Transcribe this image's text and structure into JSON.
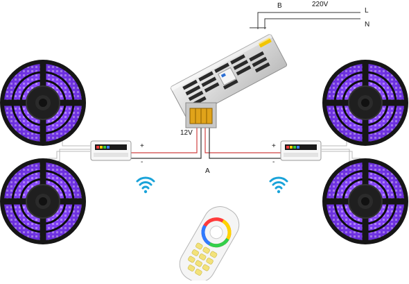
{
  "labels": {
    "live": "L",
    "neutral": "N",
    "mains_voltage": "220V",
    "point_b": "B",
    "point_a": "A",
    "dc_voltage": "12V",
    "plus": "+",
    "minus": "-"
  },
  "components": {
    "power_supply": "power-supply",
    "controllers": [
      "rgb-controller-left",
      "rgb-controller-right"
    ],
    "led_reels": [
      "led-reel-top-left",
      "led-reel-bottom-left",
      "led-reel-top-right",
      "led-reel-bottom-right"
    ],
    "remote": "rgb-touch-remote",
    "wireless": [
      "wifi-signal-left",
      "wifi-signal-right"
    ]
  },
  "colors": {
    "led_glow": "#9b59ff",
    "reel": "#1b1b1b",
    "psu_body": "#d9d9d9",
    "positive_wire": "#d04040",
    "negative_wire": "#333333",
    "wifi": "#1aa3d9"
  }
}
